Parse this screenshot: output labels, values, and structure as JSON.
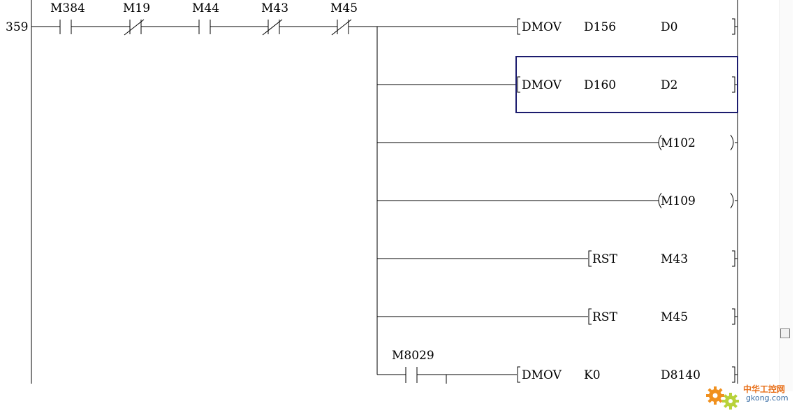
{
  "step_number": "359",
  "contacts": {
    "m384": "M384",
    "m19": "M19",
    "m44": "M44",
    "m43": "M43",
    "m45": "M45",
    "m8029": "M8029"
  },
  "instructions": {
    "row1": {
      "op": "DMOV",
      "src": "D156",
      "dst": "D0"
    },
    "row2": {
      "op": "DMOV",
      "src": "D160",
      "dst": "D2"
    },
    "row5": {
      "op": "RST",
      "dst": "M43"
    },
    "row6": {
      "op": "RST",
      "dst": "M45"
    },
    "row7": {
      "op": "DMOV",
      "src": "K0",
      "dst": "D8140"
    }
  },
  "coils": {
    "row3": "M102",
    "row4": "M109"
  },
  "cursor_color": "#1c1c6e",
  "watermark": {
    "line1": "中华工控网",
    "line2": "gkong.com",
    "icon": "gear-icon"
  }
}
